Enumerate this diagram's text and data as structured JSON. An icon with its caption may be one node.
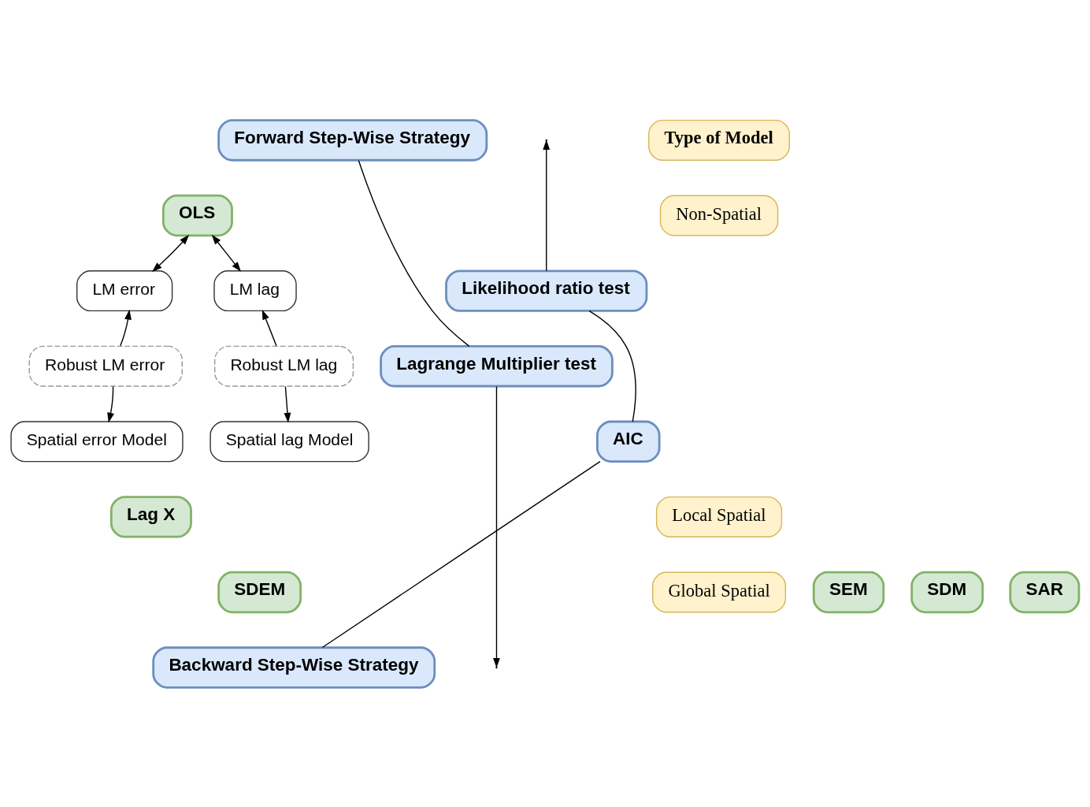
{
  "diagram": {
    "nodes": [
      {
        "text": [
          "Forward Step-Wise Strategy"
        ]
      },
      {
        "text": [
          "Type of Model"
        ]
      },
      {
        "text": [
          "OLS"
        ]
      },
      {
        "text": [
          "Non-Spatial"
        ]
      },
      {
        "text": [
          "LM error"
        ]
      },
      {
        "text": [
          "LM lag"
        ]
      },
      {
        "text": [
          "Likelihood ratio test"
        ]
      },
      {
        "text": [
          "Lagrange Multiplier test"
        ]
      },
      {
        "text": [
          "Robust LM error"
        ]
      },
      {
        "text": [
          "Robust LM lag"
        ]
      },
      {
        "text": [
          "Spatial error Model"
        ]
      },
      {
        "text": [
          "Spatial lag Model"
        ]
      },
      {
        "text": [
          "AIC"
        ]
      },
      {
        "text": [
          "Lag X"
        ]
      },
      {
        "text": [
          "Local Spatial"
        ]
      },
      {
        "text": [
          "SDEM"
        ]
      },
      {
        "text": [
          "SEM"
        ]
      },
      {
        "text": [
          "SDM"
        ]
      },
      {
        "text": [
          "SAR"
        ]
      },
      {
        "text": [
          "Global Spatial"
        ]
      },
      {
        "text": [
          "Backward Step-Wise Strategy"
        ]
      }
    ],
    "edges": [
      {
        "from": 0,
        "to": 7,
        "arrow": "none"
      },
      {
        "from": 7,
        "to": null,
        "arrow": "to"
      },
      {
        "from": 2,
        "to": 4,
        "arrow": "both"
      },
      {
        "from": 2,
        "to": 5,
        "arrow": "both"
      },
      {
        "from": 8,
        "to": 4,
        "arrow": "to"
      },
      {
        "from": 9,
        "to": 5,
        "arrow": "to"
      },
      {
        "from": 8,
        "to": 10,
        "arrow": "to"
      },
      {
        "from": 9,
        "to": 11,
        "arrow": "to"
      },
      {
        "from": 20,
        "to": 12,
        "arrow": "none"
      },
      {
        "from": 12,
        "to": 6,
        "arrow": "none"
      },
      {
        "from": 6,
        "to": null,
        "arrow": "to"
      }
    ]
  }
}
